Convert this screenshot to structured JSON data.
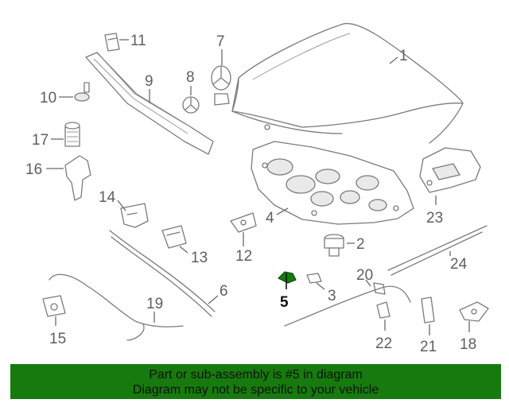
{
  "diagram": {
    "callouts": [
      "1",
      "2",
      "3",
      "4",
      "5",
      "6",
      "7",
      "8",
      "9",
      "10",
      "11",
      "12",
      "13",
      "14",
      "15",
      "16",
      "17",
      "18",
      "19",
      "20",
      "21",
      "22",
      "23",
      "24"
    ],
    "highlighted_callout": "5",
    "highlight_color": "#177a0e"
  },
  "banner": {
    "line1": "Part or sub-assembly is #5 in diagram",
    "line2": "Diagram may not be specific to your vehicle",
    "background": "#177a0e"
  }
}
